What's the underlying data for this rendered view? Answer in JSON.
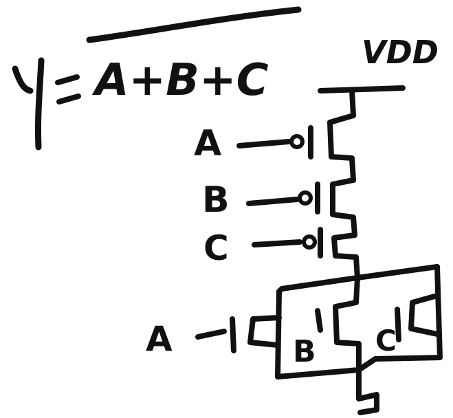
{
  "equation": {
    "lhs": "Y",
    "equals": "=",
    "rhs": "A+B+C",
    "overbar": true
  },
  "supply": {
    "label": "VDD"
  },
  "pullup": {
    "inputs": [
      "A",
      "B",
      "C"
    ]
  },
  "pulldown": {
    "input_left": "A",
    "input_mid": "B",
    "input_right": "C"
  },
  "ink_color": "#111111"
}
